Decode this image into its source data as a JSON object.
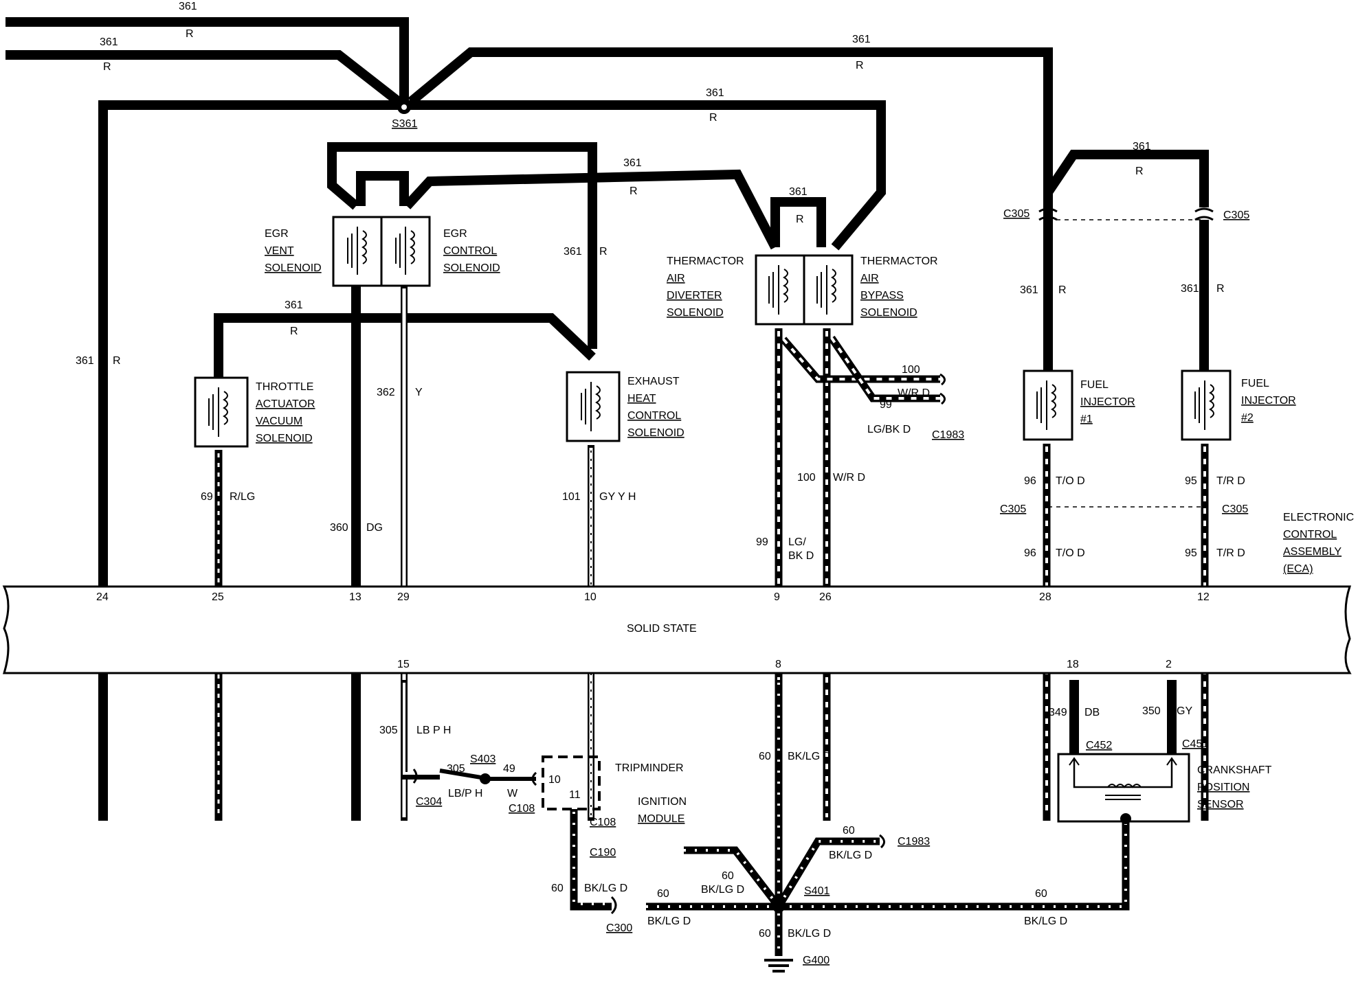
{
  "ecm": {
    "label": "SOLID STATE",
    "title_lines": [
      "ELECTRONIC",
      "CONTROL",
      "ASSEMBLY",
      "(ECA)"
    ],
    "top_pins": [
      "24",
      "25",
      "13",
      "29",
      "10",
      "9",
      "26",
      "28",
      "12"
    ],
    "bottom_pins": [
      "15",
      "8",
      "18",
      "2"
    ]
  },
  "splices": {
    "s361": "S361",
    "s403": "S403",
    "s401": "S401",
    "g400": "G400"
  },
  "components": {
    "egr_vent": [
      "EGR",
      "VENT",
      "SOLENOID"
    ],
    "egr_control": [
      "EGR",
      "CONTROL",
      "SOLENOID"
    ],
    "throttle": [
      "THROTTLE",
      "ACTUATOR",
      "VACUUM",
      "SOLENOID"
    ],
    "exhaust": [
      "EXHAUST",
      "HEAT",
      "CONTROL",
      "SOLENOID"
    ],
    "thermactor_diverter": [
      "THERMACTOR",
      "AIR",
      "DIVERTER",
      "SOLENOID"
    ],
    "thermactor_bypass": [
      "THERMACTOR",
      "AIR",
      "BYPASS",
      "SOLENOID"
    ],
    "fuel_inj_1": [
      "FUEL",
      "INJECTOR",
      "#1"
    ],
    "fuel_inj_2": [
      "FUEL",
      "INJECTOR",
      "#2"
    ],
    "tripminder": "TRIPMINDER",
    "ignition_module": [
      "IGNITION",
      "MODULE"
    ],
    "crank_sensor": [
      "CRANKSHAFT",
      "POSITION",
      "SENSOR"
    ]
  },
  "connectors": {
    "c305": "C305",
    "c1983": "C1983",
    "c304": "C304",
    "c108": "C108",
    "c190": "C190",
    "c300": "C300",
    "c452": "C452",
    "c451": "C451"
  },
  "wires": {
    "w361": "361",
    "r": "R",
    "w362": "362",
    "y": "Y",
    "w360": "360",
    "dg": "DG",
    "w69": "69",
    "rlg": "R/LG",
    "w101": "101",
    "gyyh": "GY Y H",
    "w99": "99",
    "lg": "LG/",
    "bkd": "BK D",
    "w100": "100",
    "wrd": "W/R D",
    "lgbkd": "LG/BK D",
    "w96": "96",
    "tod": "T/O D",
    "w95": "95",
    "trd": "T/R D",
    "w305": "305",
    "lbph": "LB P H",
    "lbph2": "LB/P H",
    "w49": "49",
    "w": "W",
    "w60": "60",
    "bklgd": "BK/LG D",
    "w349": "349",
    "db": "DB",
    "w350": "350",
    "gy": "GY",
    "pin10": "10",
    "pin11": "11"
  }
}
